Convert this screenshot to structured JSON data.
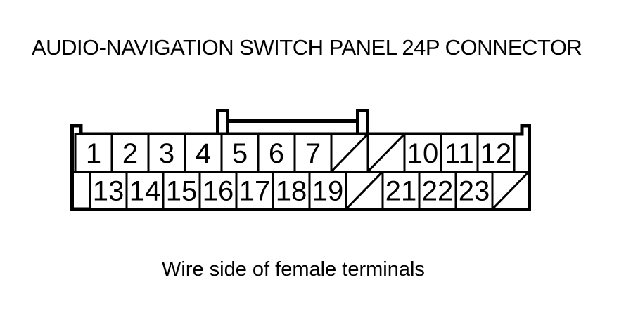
{
  "title": "AUDIO-NAVIGATION SWITCH PANEL 24P CONNECTOR",
  "caption": "Wire side of female terminals",
  "colors": {
    "line": "#000000",
    "background": "#ffffff"
  },
  "connector": {
    "rows": [
      {
        "cells": [
          {
            "pin": "1"
          },
          {
            "pin": "2"
          },
          {
            "pin": "3"
          },
          {
            "pin": "4"
          },
          {
            "pin": "5"
          },
          {
            "pin": "6"
          },
          {
            "pin": "7"
          },
          {
            "pin": "",
            "blocked": true
          },
          {
            "pin": "",
            "blocked": true
          },
          {
            "pin": "10"
          },
          {
            "pin": "11"
          },
          {
            "pin": "12"
          }
        ]
      },
      {
        "cells": [
          {
            "pin": "13"
          },
          {
            "pin": "14"
          },
          {
            "pin": "15"
          },
          {
            "pin": "16"
          },
          {
            "pin": "17"
          },
          {
            "pin": "18"
          },
          {
            "pin": "19"
          },
          {
            "pin": "",
            "blocked": true
          },
          {
            "pin": "21"
          },
          {
            "pin": "22"
          },
          {
            "pin": "23"
          },
          {
            "pin": "",
            "blocked": true
          }
        ]
      }
    ]
  }
}
